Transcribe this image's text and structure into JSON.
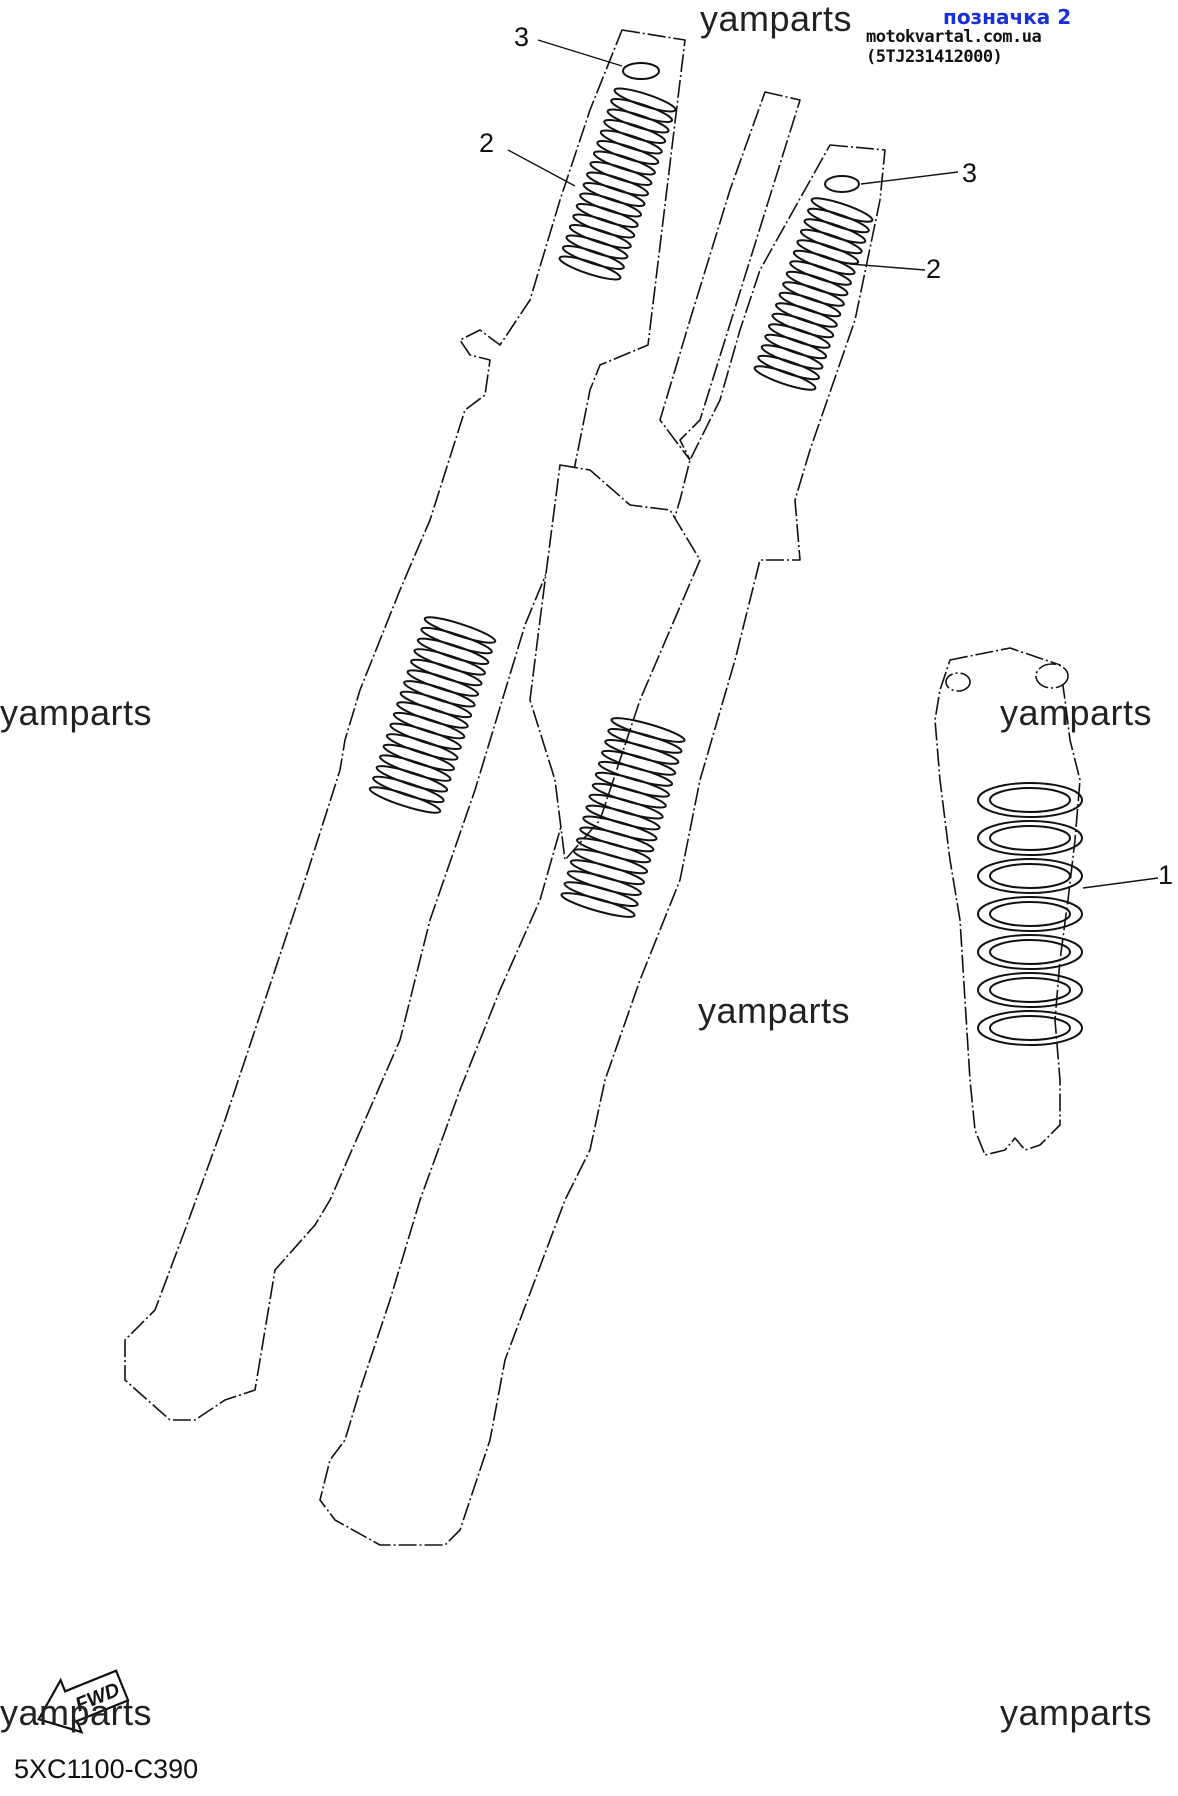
{
  "header": {
    "marker_text": "позначка 2",
    "site_text": "motokvartal.com.ua (5TJ231412000)"
  },
  "watermarks": [
    "yamparts",
    "yamparts",
    "yamparts",
    "yamparts",
    "yamparts",
    "yamparts"
  ],
  "callouts": [
    {
      "part": "1",
      "name": "rear-shock-spring"
    },
    {
      "part": "2",
      "name": "fork-spring-left"
    },
    {
      "part": "2",
      "name": "fork-spring-right"
    },
    {
      "part": "3",
      "name": "fork-washer-left"
    },
    {
      "part": "3",
      "name": "fork-washer-right"
    }
  ],
  "direction_badge": {
    "text": "FWD",
    "icon": "forward-arrow-icon"
  },
  "diagram_code": "5XC1100-C390",
  "colors": {
    "line": "#111111",
    "marker": "#1a2fd6",
    "background": "#ffffff"
  }
}
